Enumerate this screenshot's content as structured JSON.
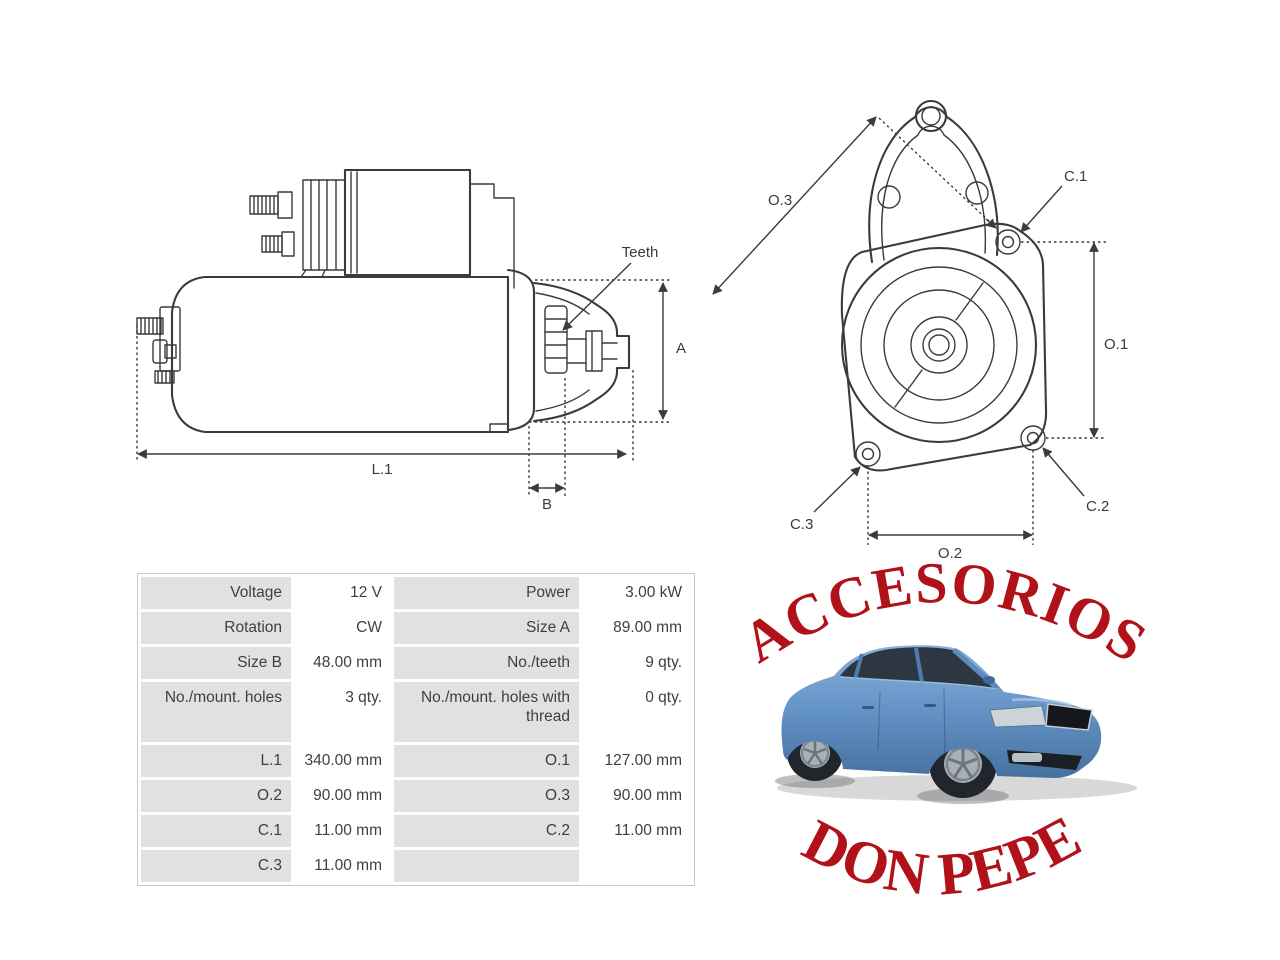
{
  "page": {
    "background": "#ffffff"
  },
  "side_view": {
    "labels": {
      "teeth": "Teeth",
      "a": "A",
      "b": "B",
      "l1": "L.1"
    }
  },
  "front_view": {
    "labels": {
      "o3": "O.3",
      "c1": "C.1",
      "o1": "O.1",
      "c2": "C.2",
      "c3": "C.3",
      "o2": "O.2"
    }
  },
  "specs": {
    "rows": [
      {
        "c0": "Voltage",
        "c1": "12 V",
        "c2": "Power",
        "c3": "3.00 kW"
      },
      {
        "c0": "Rotation",
        "c1": "CW",
        "c2": "Size A",
        "c3": "89.00 mm"
      },
      {
        "c0": "Size B",
        "c1": "48.00 mm",
        "c2": "No./teeth",
        "c3": "9 qty."
      },
      {
        "c0": "No./mount. holes",
        "c1": "3 qty.",
        "c2": "No./mount. holes with thread",
        "c3": "0 qty."
      },
      {
        "c0": "L.1",
        "c1": "340.00 mm",
        "c2": "O.1",
        "c3": "127.00 mm"
      },
      {
        "c0": "O.2",
        "c1": "90.00 mm",
        "c2": "O.3",
        "c3": "90.00 mm"
      },
      {
        "c0": "C.1",
        "c1": "11.00 mm",
        "c2": "C.2",
        "c3": "11.00 mm"
      },
      {
        "c0": "C.3",
        "c1": "11.00 mm",
        "c2": "",
        "c3": ""
      }
    ]
  },
  "watermark": {
    "arc_top": "ACCESORIOS",
    "arc_bottom": "DON PEPE",
    "color": "#b1121a"
  },
  "colors": {
    "diagram_line": "#3b3b3b",
    "table_label_bg": "#e1e1e1",
    "table_border": "#c8c8c8",
    "table_text": "#3f3f3f",
    "watermark_red": "#b1121a",
    "car_body_blue": "#6695c9"
  }
}
